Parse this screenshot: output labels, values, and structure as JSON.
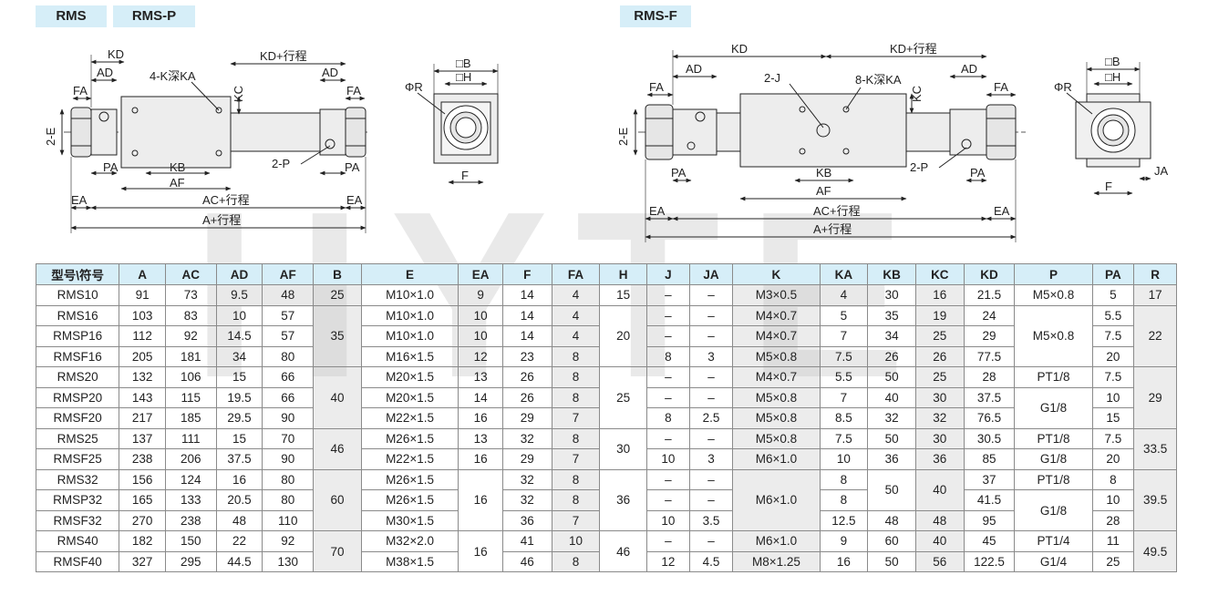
{
  "labels": {
    "rms": "RMS",
    "rmsp": "RMS-P",
    "rmsf": "RMS-F"
  },
  "dims_left": {
    "kd": "KD",
    "ad": "AD",
    "fa": "FA",
    "kdstroke": "KD+行程",
    "ad2": "AD",
    "fa2": "FA",
    "kdeep": "4-K深KA",
    "kc": "KC",
    "twoe": "2-E",
    "pa": "PA",
    "kb": "KB",
    "af": "AF",
    "twop": "2-P",
    "pa2": "PA",
    "ea": "EA",
    "acstroke": "AC+行程",
    "ea2": "EA",
    "astroke": "A+行程",
    "sqb": "□B",
    "sqh": "□H",
    "phir": "ΦR",
    "f": "F"
  },
  "dims_right": {
    "kd": "KD",
    "ad": "AD",
    "fa": "FA",
    "twoj": "2-J",
    "kdstroke": "KD+行程",
    "ad2": "AD",
    "kdeep": "8-K深KA",
    "kc": "KC",
    "fa2": "FA",
    "twoe": "2-E",
    "pa": "PA",
    "kb": "KB",
    "af": "AF",
    "twop": "2-P",
    "pa2": "PA",
    "ea": "EA",
    "acstroke": "AC+行程",
    "ea2": "EA",
    "astroke": "A+行程",
    "sqb": "□B",
    "sqh": "□H",
    "phir": "ΦR",
    "f": "F",
    "ja": "JA"
  },
  "watermark": "HYTE",
  "table": {
    "headers": [
      "型号\\符号",
      "A",
      "AC",
      "AD",
      "AF",
      "B",
      "E",
      "EA",
      "F",
      "FA",
      "H",
      "J",
      "JA",
      "K",
      "KA",
      "KB",
      "KC",
      "KD",
      "P",
      "PA",
      "R"
    ],
    "rows": [
      [
        "RMS10",
        "91",
        "73",
        "9.5",
        "48",
        "25",
        "M10×1.0",
        "9",
        "14",
        "4",
        "15",
        "–",
        "–",
        "M3×0.5",
        "4",
        "30",
        "16",
        "21.5",
        "M5×0.8",
        "5",
        "17"
      ],
      [
        "RMS16",
        "103",
        "83",
        "10",
        "57",
        "35",
        "M10×1.0",
        "10",
        "14",
        "4",
        "20",
        "–",
        "–",
        "M4×0.7",
        "5",
        "35",
        "19",
        "24",
        "M5×0.8",
        "5.5",
        "22"
      ],
      [
        "RMSP16",
        "112",
        "92",
        "14.5",
        "57",
        "",
        "M10×1.0",
        "10",
        "14",
        "4",
        "",
        "–",
        "–",
        "M4×0.7",
        "7",
        "34",
        "25",
        "29",
        "",
        "7.5",
        ""
      ],
      [
        "RMSF16",
        "205",
        "181",
        "34",
        "80",
        "",
        "M16×1.5",
        "12",
        "23",
        "8",
        "",
        "8",
        "3",
        "M5×0.8",
        "7.5",
        "26",
        "26",
        "77.5",
        "",
        "20",
        ""
      ],
      [
        "RMS20",
        "132",
        "106",
        "15",
        "66",
        "40",
        "M20×1.5",
        "13",
        "26",
        "8",
        "25",
        "–",
        "–",
        "M4×0.7",
        "5.5",
        "50",
        "25",
        "28",
        "PT1/8",
        "7.5",
        "29"
      ],
      [
        "RMSP20",
        "143",
        "115",
        "19.5",
        "66",
        "",
        "M20×1.5",
        "14",
        "26",
        "8",
        "",
        "–",
        "–",
        "M5×0.8",
        "7",
        "40",
        "30",
        "37.5",
        "G1/8",
        "10",
        ""
      ],
      [
        "RMSF20",
        "217",
        "185",
        "29.5",
        "90",
        "",
        "M22×1.5",
        "16",
        "29",
        "7",
        "",
        "8",
        "2.5",
        "M5×0.8",
        "8.5",
        "32",
        "32",
        "76.5",
        "",
        "15",
        ""
      ],
      [
        "RMS25",
        "137",
        "111",
        "15",
        "70",
        "46",
        "M26×1.5",
        "13",
        "32",
        "8",
        "30",
        "–",
        "–",
        "M5×0.8",
        "7.5",
        "50",
        "30",
        "30.5",
        "PT1/8",
        "7.5",
        "33.5"
      ],
      [
        "RMSF25",
        "238",
        "206",
        "37.5",
        "90",
        "",
        "M22×1.5",
        "16",
        "29",
        "7",
        "",
        "10",
        "3",
        "M6×1.0",
        "10",
        "36",
        "36",
        "85",
        "G1/8",
        "20",
        ""
      ],
      [
        "RMS32",
        "156",
        "124",
        "16",
        "80",
        "60",
        "M26×1.5",
        "16",
        "32",
        "8",
        "36",
        "–",
        "–",
        "M6×1.0",
        "8",
        "50",
        "40",
        "37",
        "PT1/8",
        "8",
        "39.5"
      ],
      [
        "RMSP32",
        "165",
        "133",
        "20.5",
        "80",
        "",
        "M26×1.5",
        "",
        "32",
        "8",
        "",
        "–",
        "–",
        "",
        "8",
        "",
        "",
        "41.5",
        "G1/8",
        "10",
        ""
      ],
      [
        "RMSF32",
        "270",
        "238",
        "48",
        "110",
        "",
        "M30×1.5",
        "",
        "36",
        "7",
        "",
        "10",
        "3.5",
        "",
        "12.5",
        "48",
        "48",
        "95",
        "",
        "28",
        ""
      ],
      [
        "RMS40",
        "182",
        "150",
        "22",
        "92",
        "70",
        "M32×2.0",
        "16",
        "41",
        "10",
        "46",
        "–",
        "–",
        "M6×1.0",
        "9",
        "60",
        "40",
        "45",
        "PT1/4",
        "11",
        "49.5"
      ],
      [
        "RMSF40",
        "327",
        "295",
        "44.5",
        "130",
        "",
        "M38×1.5",
        "",
        "46",
        "8",
        "",
        "12",
        "4.5",
        "M8×1.25",
        "16",
        "50",
        "56",
        "122.5",
        "G1/4",
        "25",
        ""
      ]
    ]
  }
}
